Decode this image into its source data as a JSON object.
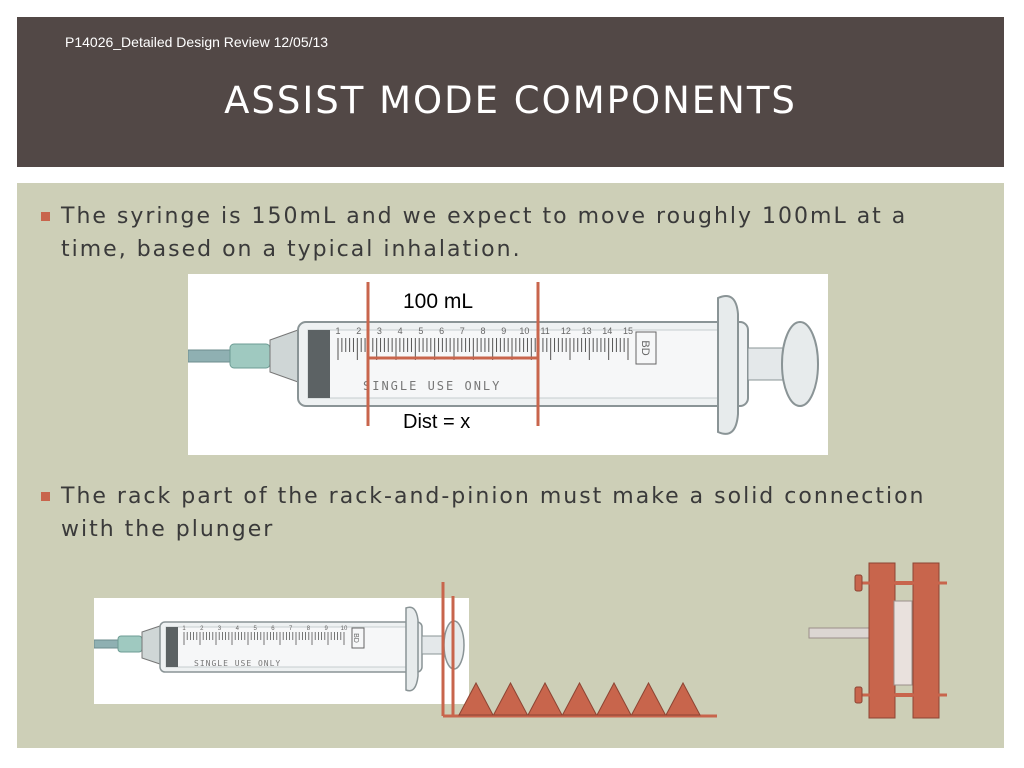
{
  "header": {
    "note": "P14026_Detailed Design Review 12/05/13",
    "title": "ASSIST MODE COMPONENTS"
  },
  "bullets": [
    {
      "text": "The syringe is 150mL and we expect to move roughly 100mL at a time, based on a typical inhalation."
    },
    {
      "text": "The rack part of the rack-and-pinion must make a solid connection with the plunger"
    }
  ],
  "figure1": {
    "volume_label": "100 mL",
    "distance_label": "Dist = x",
    "barrel_digits": [
      "1",
      "2",
      "3",
      "4",
      "5",
      "6",
      "7",
      "8",
      "9",
      "10",
      "11",
      "12",
      "13",
      "14",
      "15"
    ],
    "barrel_text": "SINGLE USE ONLY",
    "brand": "BD"
  },
  "figure2": {
    "barrel_digits": [
      "1",
      "2",
      "3",
      "4",
      "5",
      "6",
      "7",
      "8",
      "9",
      "10"
    ],
    "barrel_text": "SINGLE USE ONLY",
    "brand": "BD"
  },
  "colors": {
    "header_bg": "#524846",
    "content_bg": "#cdcfb7",
    "accent": "#c8654c",
    "rack": "#c8654c"
  }
}
